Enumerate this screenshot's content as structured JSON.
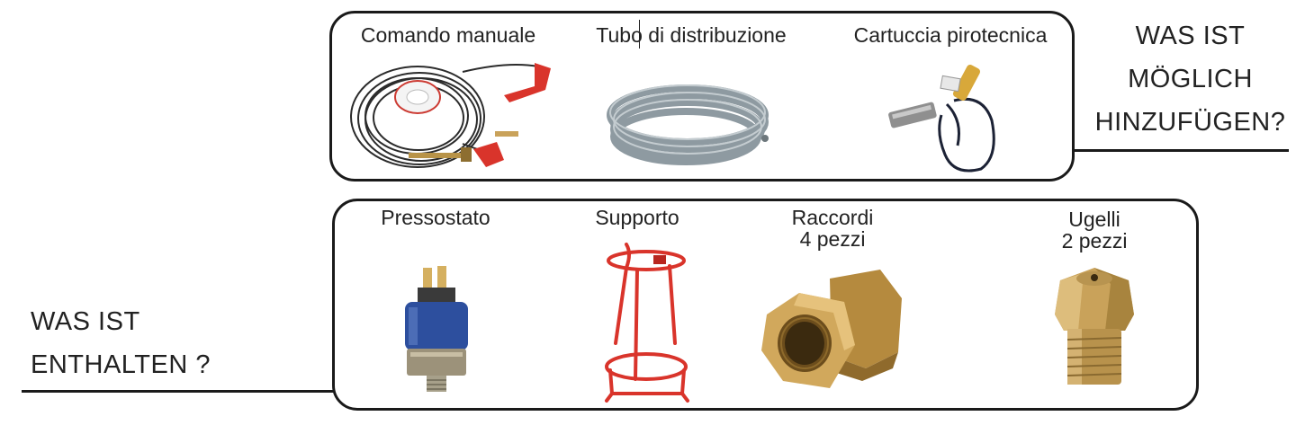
{
  "optional": {
    "heading_lines": [
      "WAS IST",
      "MÖGLICH",
      "HINZUFÜGEN?"
    ],
    "items": [
      {
        "label": "Comando manuale",
        "icon": "manual-control-cable-icon"
      },
      {
        "label": "Tubo di distribuzione",
        "icon": "coiled-tube-icon"
      },
      {
        "label": "Cartuccia pirotecnica",
        "icon": "pyrotechnic-cartridge-icon"
      }
    ]
  },
  "included": {
    "heading_lines": [
      "WAS IST",
      "ENTHALTEN ?"
    ],
    "items": [
      {
        "label_lines": [
          "Pressostato"
        ],
        "icon": "pressure-switch-icon"
      },
      {
        "label_lines": [
          "Supporto"
        ],
        "icon": "bracket-support-icon"
      },
      {
        "label_lines": [
          "Raccordi",
          "4 pezzi"
        ],
        "icon": "brass-fitting-icon"
      },
      {
        "label_lines": [
          "Ugelli",
          "2 pezzi"
        ],
        "icon": "brass-nozzle-icon"
      }
    ]
  },
  "colors": {
    "border": "#1a1a1a",
    "red": "#d9342b",
    "brass": "#c9a25a",
    "blue": "#2d4f9e",
    "tube": "#8e9aa1"
  }
}
